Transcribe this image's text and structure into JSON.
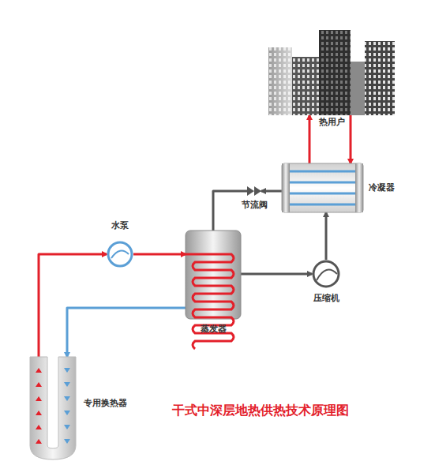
{
  "diagram": {
    "title": "干式中深层地热供热技术原理图",
    "nodes": [
      {
        "text": [
          "热用户"
        ]
      },
      {
        "text": [
          "冷凝器"
        ]
      },
      {
        "text": [
          "节流阀"
        ]
      },
      {
        "text": [
          "水泵"
        ]
      },
      {
        "text": [
          "蒸发器"
        ]
      },
      {
        "text": [
          "压缩机"
        ]
      },
      {
        "text": [
          "专用换热器"
        ]
      }
    ],
    "edges": [
      {
        "from": 6,
        "to": 3,
        "arrow": "to"
      },
      {
        "from": 3,
        "to": 4,
        "arrow": "to"
      },
      {
        "from": 4,
        "to": 6,
        "arrow": "to"
      },
      {
        "from": 4,
        "to": 5,
        "arrow": "to"
      },
      {
        "from": 5,
        "to": 1,
        "arrow": "to"
      },
      {
        "from": 1,
        "to": 2,
        "arrow": "to"
      },
      {
        "from": 2,
        "to": 4,
        "arrow": "none"
      },
      {
        "from": 1,
        "to": 0,
        "arrow": "to"
      },
      {
        "from": 0,
        "to": 1,
        "arrow": "to"
      }
    ]
  }
}
